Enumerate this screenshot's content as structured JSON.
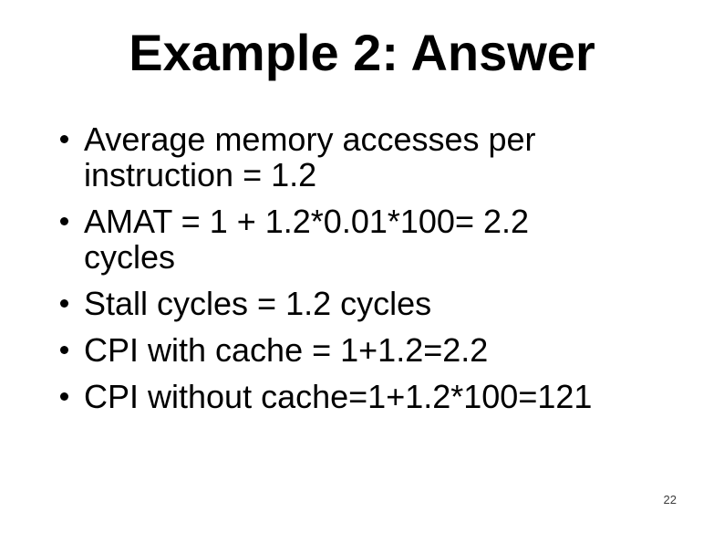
{
  "slide": {
    "title": "Example 2: Answer",
    "bullets": [
      {
        "text": "Average memory accesses per\ninstruction = 1.2"
      },
      {
        "text": "AMAT = 1 + 1.2*0.01*100= 2.2\ncycles"
      },
      {
        "text": "Stall cycles = 1.2 cycles"
      },
      {
        "text": "CPI with cache = 1+1.2=2.2"
      },
      {
        "text": "CPI without cache=1+1.2*100=121"
      }
    ],
    "page_number": "22",
    "icons": {
      "bullet": "filled-circle"
    },
    "colors": {
      "background": "#ffffff",
      "text": "#000000",
      "page_number": "#3d3d3d"
    }
  }
}
